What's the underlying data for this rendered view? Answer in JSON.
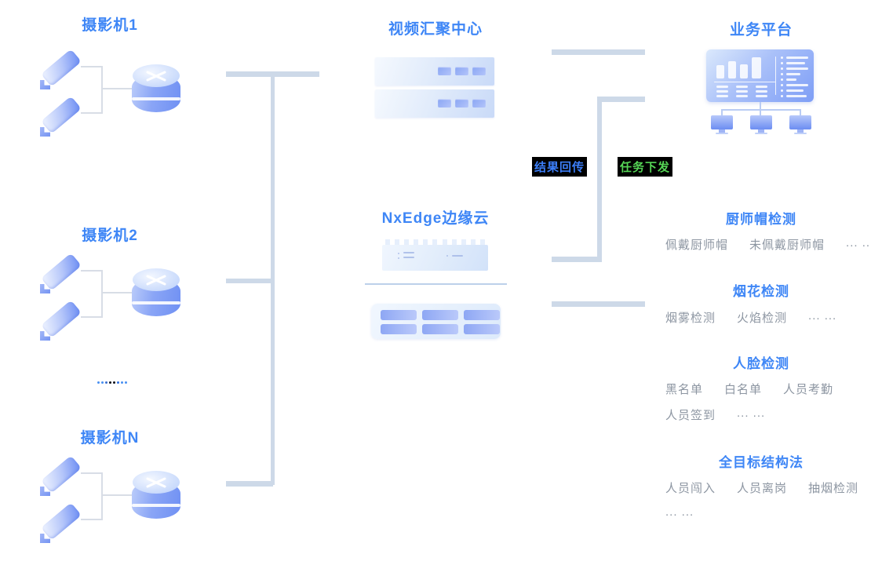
{
  "titles": {
    "camera1": "摄影机1",
    "camera2": "摄影机2",
    "cameraN": "摄影机N",
    "video_center": "视频汇聚中心",
    "edge_cloud": "NxEdge边缘云",
    "platform": "业务平台"
  },
  "flow": {
    "result_return": "结果回传",
    "task_dispatch": "任务下发"
  },
  "detections": [
    {
      "title": "厨师帽检测",
      "line1": [
        "佩戴厨师帽",
        "未佩戴厨师帽",
        "... ..."
      ],
      "line2": []
    },
    {
      "title": "烟花检测",
      "line1": [
        "烟雾检测",
        "火焰检测",
        "... ..."
      ],
      "line2": []
    },
    {
      "title": "人脸检测",
      "line1": [
        "黑名单",
        "白名单",
        "人员考勤"
      ],
      "line2": [
        "人员签到",
        "... ..."
      ]
    },
    {
      "title": "全目标结构法",
      "line1": [
        "人员闯入",
        "人员离岗",
        "抽烟检测"
      ],
      "line2": [
        "... ..."
      ]
    }
  ],
  "colors": {
    "heading_blue": "#3e86f6",
    "body_gray": "#8d96a2",
    "result_return_text": "#3c7ef7",
    "task_dispatch_text": "#55d455",
    "highlight_bg": "#000000",
    "connector_line": "#cdd9e8"
  }
}
